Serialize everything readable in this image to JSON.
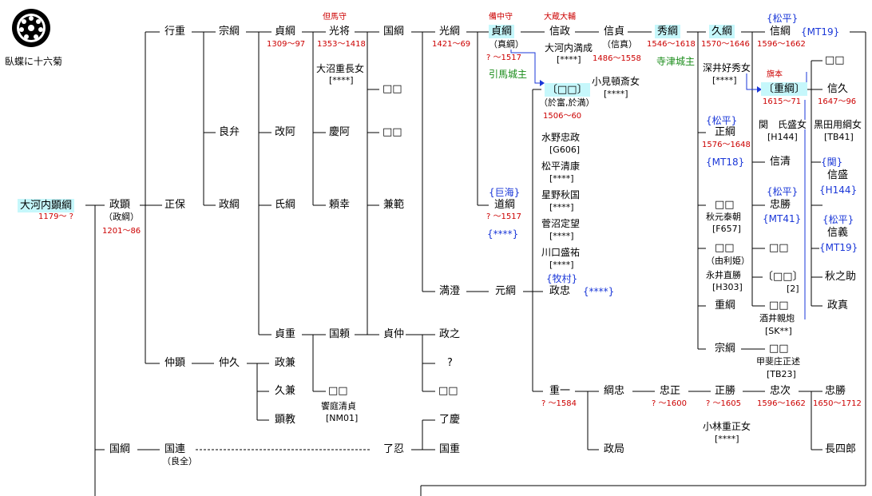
{
  "crest": {
    "label": "臥蝶に十六菊",
    "icon": "butterfly-crest-icon"
  },
  "colors": {
    "highlight": "#c6f7fb",
    "lifespan": "#cc0000",
    "clan": "#1a37d8",
    "castle": "#1a8c1a"
  },
  "people": {
    "akitsuna": {
      "name": "大河内顕綱",
      "years": "1179～ ?"
    },
    "masaaki": {
      "name": "政顕",
      "alias": "（政綱）",
      "years": "1201～86"
    },
    "yukishige": {
      "name": "行重"
    },
    "masayasu": {
      "name": "正保"
    },
    "nakaaki": {
      "name": "仲顕"
    },
    "kunitsuna1": {
      "name": "国綱"
    },
    "kunitsura": {
      "name": "国連",
      "alias": "（良全）"
    },
    "munetsuna": {
      "name": "宗綱"
    },
    "ryoben": {
      "name": "良弁"
    },
    "masatsuna1": {
      "name": "政綱"
    },
    "nakahisa": {
      "name": "仲久"
    },
    "sadatsuna": {
      "name": "貞綱",
      "years": "1309～97"
    },
    "kaia": {
      "name": "改阿"
    },
    "ujitsuna": {
      "name": "氏綱"
    },
    "sadashige": {
      "name": "貞重"
    },
    "masakane": {
      "name": "政兼"
    },
    "hisakane": {
      "name": "久兼"
    },
    "akinori": {
      "name": "顕教"
    },
    "mitsumasa": {
      "name": "光将",
      "title": "但馬守",
      "years": "1353～1418"
    },
    "onuma_wife": {
      "name": "大沼重長女",
      "tag": "[****]"
    },
    "keia": {
      "name": "慶阿"
    },
    "yorisachi": {
      "name": "頼幸"
    },
    "kuniyori": {
      "name": "国頼"
    },
    "unknown_nm01": {
      "name": "□□",
      "note": "饗庭清貞",
      "tag": "[NM01]"
    },
    "kunitsuna2": {
      "name": "国綱"
    },
    "unknown_a": {
      "name": "□□"
    },
    "unknown_b": {
      "name": "□□"
    },
    "kanenori": {
      "name": "兼範"
    },
    "sadanaka": {
      "name": "貞仲"
    },
    "ryonin": {
      "name": "了忍"
    },
    "mitsutsuna": {
      "name": "光綱",
      "years": "1421～69"
    },
    "mitsuzumi": {
      "name": "満澄"
    },
    "masayuki": {
      "name": "政之"
    },
    "question": {
      "name": "?"
    },
    "unknown_c": {
      "name": "□□"
    },
    "ryokei": {
      "name": "了慶"
    },
    "kunishige": {
      "name": "国重"
    },
    "sadatsuna2": {
      "name": "貞綱",
      "title": "備中守",
      "alias": "（真綱）",
      "years": "? ～1517",
      "castle": "引馬城主"
    },
    "michitsuna": {
      "name": "道綱",
      "clan": "{巨海}",
      "years": "? ～1517",
      "tag": "{****}"
    },
    "mototsuna": {
      "name": "元綱"
    },
    "nobumasa": {
      "name": "信政",
      "title": "大蔵大輔",
      "note": "大河内満成",
      "tag": "[****]"
    },
    "nobusada": {
      "name": "信貞",
      "alias": "（信真）",
      "years": "1486～1558",
      "note": "小見頓斎女",
      "tag": "[****]"
    },
    "odai": {
      "name": "〔□□〕",
      "alias": "（於富,於満）",
      "years": "1506～60"
    },
    "odai_spouses": [
      {
        "name": "水野忠政",
        "tag": "[G606]"
      },
      {
        "name": "松平清康",
        "tag": "[****]"
      },
      {
        "name": "星野秋国",
        "tag": "[****]"
      },
      {
        "name": "菅沼定望",
        "tag": "[****]"
      },
      {
        "name": "川口盛祐",
        "tag": "[****]"
      }
    ],
    "masatada": {
      "name": "政忠",
      "clan": "{牧村}",
      "tag": "{****}"
    },
    "shigekazu": {
      "name": "重一",
      "years": "? ～1584"
    },
    "tsunatada": {
      "name": "綱忠"
    },
    "masakyoku": {
      "name": "政局"
    },
    "tadamasa": {
      "name": "忠正",
      "years": "? ～1600"
    },
    "hidetsuna": {
      "name": "秀綱",
      "years": "1546～1618",
      "castle": "寺津城主"
    },
    "hisatsuna": {
      "name": "久綱",
      "years": "1570～1646",
      "note": "深井好秀女",
      "tag": "[****]"
    },
    "masatsuna2": {
      "name": "正綱",
      "clan": "{松平}",
      "years": "1576～1648",
      "tag": "{MT18}"
    },
    "unknown_d": {
      "name": "□□",
      "note": "秋元泰朝",
      "tag": "[F657]"
    },
    "unknown_e": {
      "name": "□□",
      "alias": "（由利姫）",
      "note": "永井直勝",
      "tag": "[H303]"
    },
    "shigetsuna": {
      "name": "重綱"
    },
    "munetsuna2": {
      "name": "宗綱"
    },
    "masakatsu": {
      "name": "正勝",
      "years": "? ～1605",
      "note": "小林重正女",
      "tag": "[****]"
    },
    "tadatsugu": {
      "name": "忠次",
      "years": "1596～1662"
    },
    "nobutsuna": {
      "name": "信綱",
      "clan": "{松平}",
      "years": "1596～1662",
      "tag": "{MT19}"
    },
    "shigetsuna2": {
      "name": "〔重綱〕",
      "title": "旗本",
      "years": "1615～71",
      "note": "関　氏盛女",
      "tag": "[H144]"
    },
    "nobukiyo": {
      "name": "信清"
    },
    "tadakatsu": {
      "name": "忠勝",
      "clan": "{松平}",
      "tag": "{MT41}"
    },
    "unknown_f": {
      "name": "□□"
    },
    "unknown_g": {
      "name": "〔□□〕",
      "tag": "[2]"
    },
    "unknown_h": {
      "name": "□□",
      "note": "酒井親炮",
      "tag": "[SK**]"
    },
    "unknown_i": {
      "name": "□□",
      "note": "甲斐庄正述",
      "tag": "[TB23]"
    },
    "tadakatsu2": {
      "name": "忠勝",
      "years": "1650～1712"
    },
    "choshiro": {
      "name": "長四郎"
    },
    "unknown_j": {
      "name": "□□"
    },
    "nobuhisa": {
      "name": "信久",
      "years": "1647～96",
      "note": "黒田用綱女",
      "tag": "[TB41]"
    },
    "nobumori": {
      "name": "信盛",
      "clan": "{関}",
      "tag": "{H144}"
    },
    "nobuyoshi": {
      "name": "信義",
      "clan": "{松平}",
      "tag": "{MT19}"
    },
    "akinosuke": {
      "name": "秋之助"
    },
    "masazane": {
      "name": "政真"
    }
  }
}
